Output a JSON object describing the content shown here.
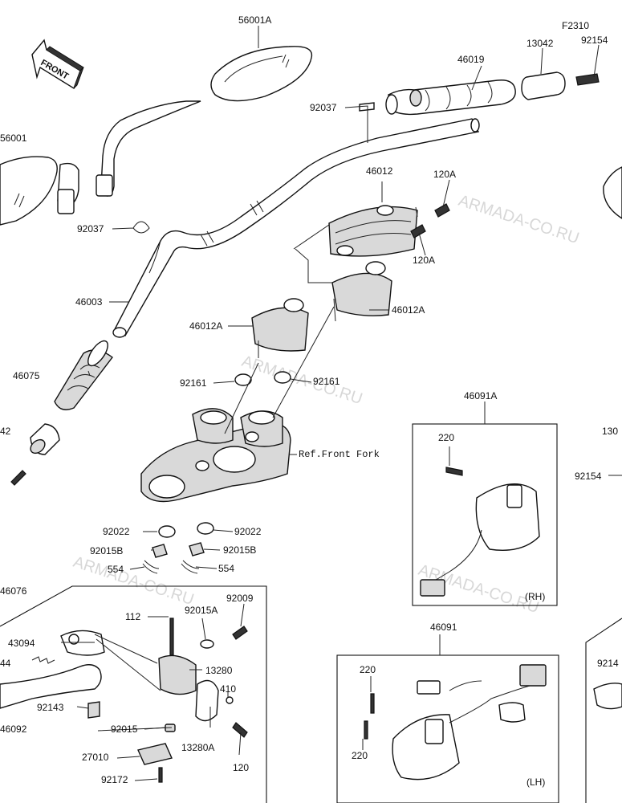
{
  "labels": {
    "front": "FRONT",
    "fig_code": "F2310",
    "p56001A": "56001A",
    "p56001": "56001",
    "p46019": "46019",
    "p13042": "13042",
    "p92154_top": "92154",
    "p92037_top": "92037",
    "p92037_left": "92037",
    "p46012": "46012",
    "p120A_top": "120A",
    "p120A_bottom": "120A",
    "p46003": "46003",
    "p46012A_left": "46012A",
    "p46012A_right": "46012A",
    "p46075": "46075",
    "p92161_left": "92161",
    "p92161_right": "92161",
    "p42_cut": "42",
    "ref_front_fork": "Ref.Front Fork",
    "p46091A": "46091A",
    "p220_rh": "220",
    "p130_cut": "130",
    "p92154_right": "92154",
    "rh": "(RH)",
    "p92022_left": "92022",
    "p92022_right": "92022",
    "p92015B_left": "92015B",
    "p92015B_right": "92015B",
    "p554_left": "554",
    "p554_right": "554",
    "p46076": "46076",
    "p112": "112",
    "p92015A": "92015A",
    "p92009": "92009",
    "p43094": "43094",
    "p44_cut": "44",
    "p13280": "13280",
    "p410": "410",
    "p92143": "92143",
    "p92092_cut": "46092",
    "p92015": "92015",
    "p13280A": "13280A",
    "p120": "120",
    "p27010": "27010",
    "p92172": "92172",
    "p46091": "46091",
    "p220_lh_a": "220",
    "p220_lh_b": "220",
    "lh": "(LH)",
    "p9214_cut": "9214"
  },
  "watermark": {
    "text": "ARMADA-CO.RU"
  }
}
